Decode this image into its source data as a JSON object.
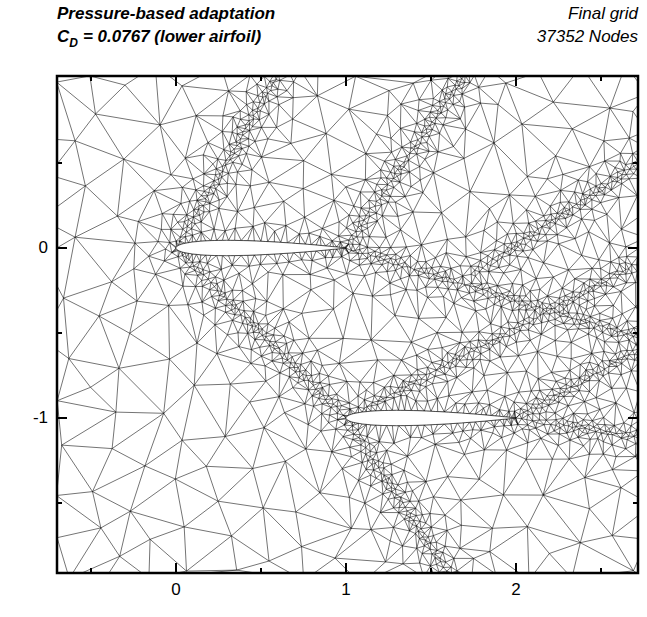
{
  "diagram": {
    "title": "Pressure-based adaptation",
    "labels": [
      "C",
      "D",
      "= 0.0767 (lower airfoil)",
      "Final grid",
      "37352 Nodes",
      "0",
      "-1",
      "0",
      "1",
      "2"
    ]
  }
}
